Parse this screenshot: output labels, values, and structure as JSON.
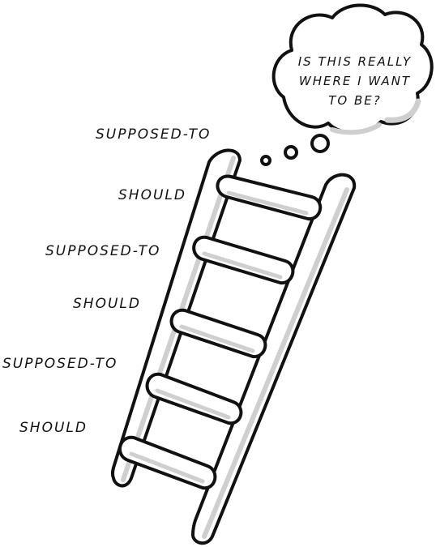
{
  "colors": {
    "ink": "#111111",
    "shadow": "#cfcfcf",
    "paper": "#ffffff"
  },
  "thought_bubble": {
    "lines": [
      "IS THIS REALLY",
      "WHERE I WANT",
      "TO BE?"
    ]
  },
  "labels": [
    "SUPPOSED-TO",
    "SHOULD",
    "SUPPOSED-TO",
    "SHOULD",
    "SUPPOSED-TO",
    "SHOULD"
  ],
  "ladder": {
    "rungs": 5
  }
}
